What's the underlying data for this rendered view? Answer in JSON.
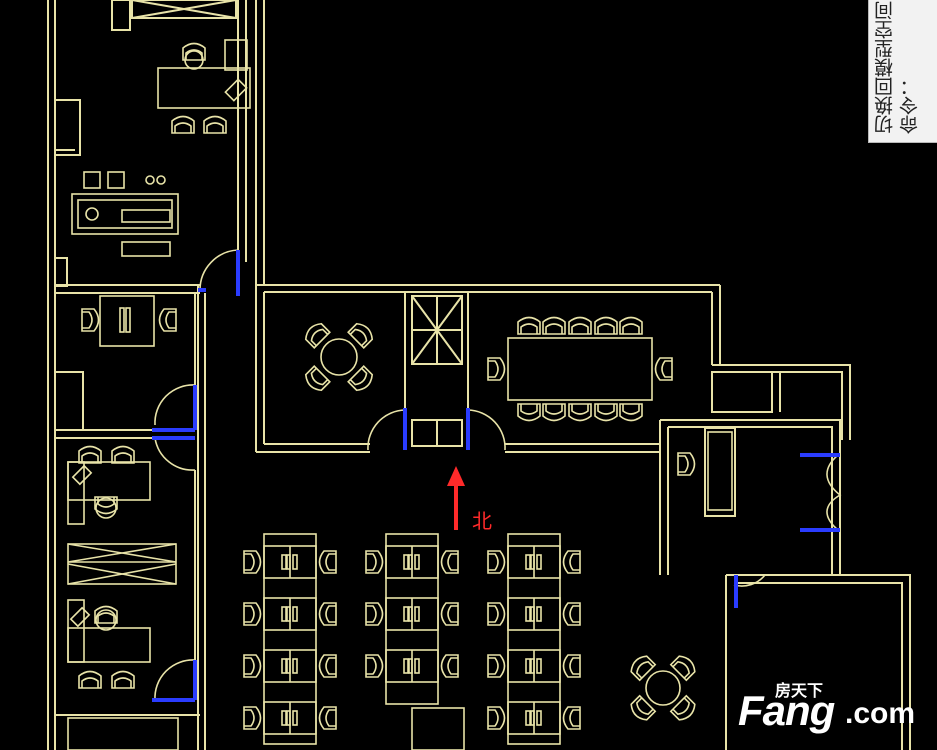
{
  "command_panel": {
    "text": "切换回模型空间\n命令："
  },
  "annotation": {
    "north_label": "北",
    "arrow_color": "#ff2a2a"
  },
  "watermark": {
    "brand_cn": "房天下",
    "brand_main": "Fang",
    "brand_suffix": ".com"
  },
  "colors": {
    "background": "#000000",
    "linework": "#e8e3a8",
    "door_leaf": "#2a3cff",
    "annotation": "#ff2a2a"
  },
  "icons": [
    "office-chair-icon",
    "desk-icon",
    "meeting-table-icon",
    "round-table-icon",
    "cabinet-icon",
    "north-arrow-icon"
  ]
}
